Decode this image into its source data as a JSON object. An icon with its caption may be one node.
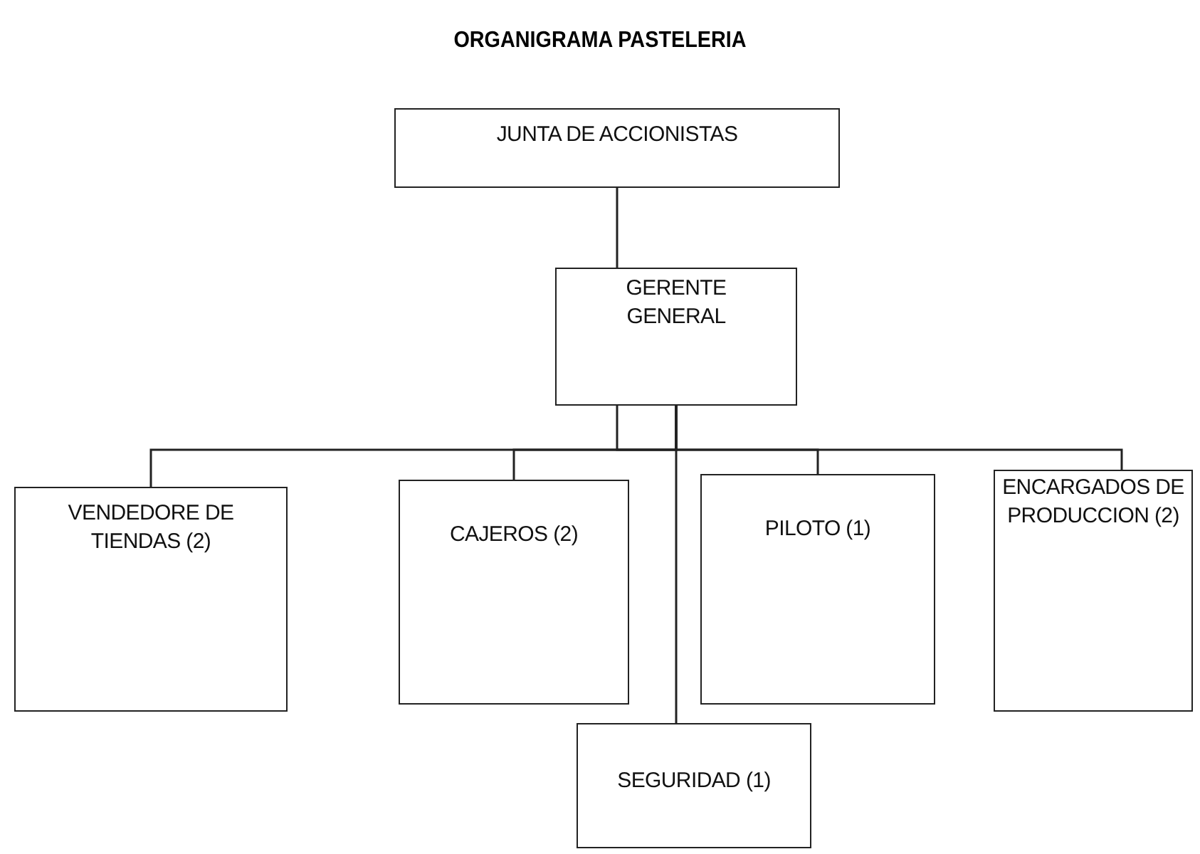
{
  "diagram": {
    "title": "ORGANIGRAMA PASTELERIA",
    "nodes": [
      {
        "text": [
          "JUNTA DE ACCIONISTAS"
        ]
      },
      {
        "text": [
          "GERENTE GENERAL"
        ]
      },
      {
        "text": [
          "VENDEDORE DE TIENDAS (2)"
        ]
      },
      {
        "text": [
          "CAJEROS (2)"
        ]
      },
      {
        "text": [
          "PILOTO (1)"
        ]
      },
      {
        "text": [
          "ENCARGADOS DE PRODUCCION (2)"
        ]
      },
      {
        "text": [
          "SEGURIDAD (1)"
        ]
      }
    ],
    "edges": [
      {
        "from": 0,
        "to": 1,
        "arrow": "none"
      },
      {
        "from": 1,
        "to": 2,
        "arrow": "none"
      },
      {
        "from": 1,
        "to": 3,
        "arrow": "none"
      },
      {
        "from": 1,
        "to": 4,
        "arrow": "none"
      },
      {
        "from": 1,
        "to": 5,
        "arrow": "none"
      },
      {
        "from": 1,
        "to": 6,
        "arrow": "none"
      }
    ]
  }
}
